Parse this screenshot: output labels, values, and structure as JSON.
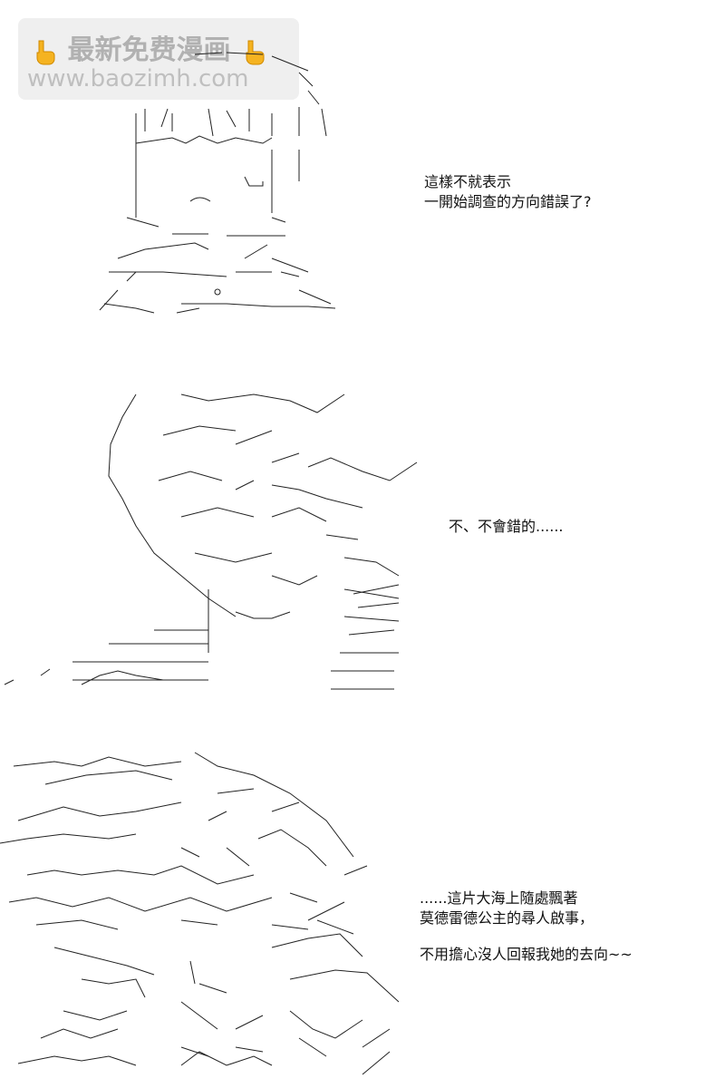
{
  "watermark": {
    "title": "最新免费漫画",
    "url": "www.baozimh.com",
    "icon": "pointing-hand-icon",
    "color": "#aaaaaa"
  },
  "panels": [
    {
      "lines": [
        "這樣不就表示",
        "一開始調查的方向錯誤了?"
      ]
    },
    {
      "lines": [
        "不、不會錯的......"
      ]
    },
    {
      "lines": [
        "......這片大海上隨處飄著",
        "莫德雷德公主的尋人啟事，",
        "",
        "不用擔心沒人回報我她的去向~~"
      ]
    }
  ]
}
